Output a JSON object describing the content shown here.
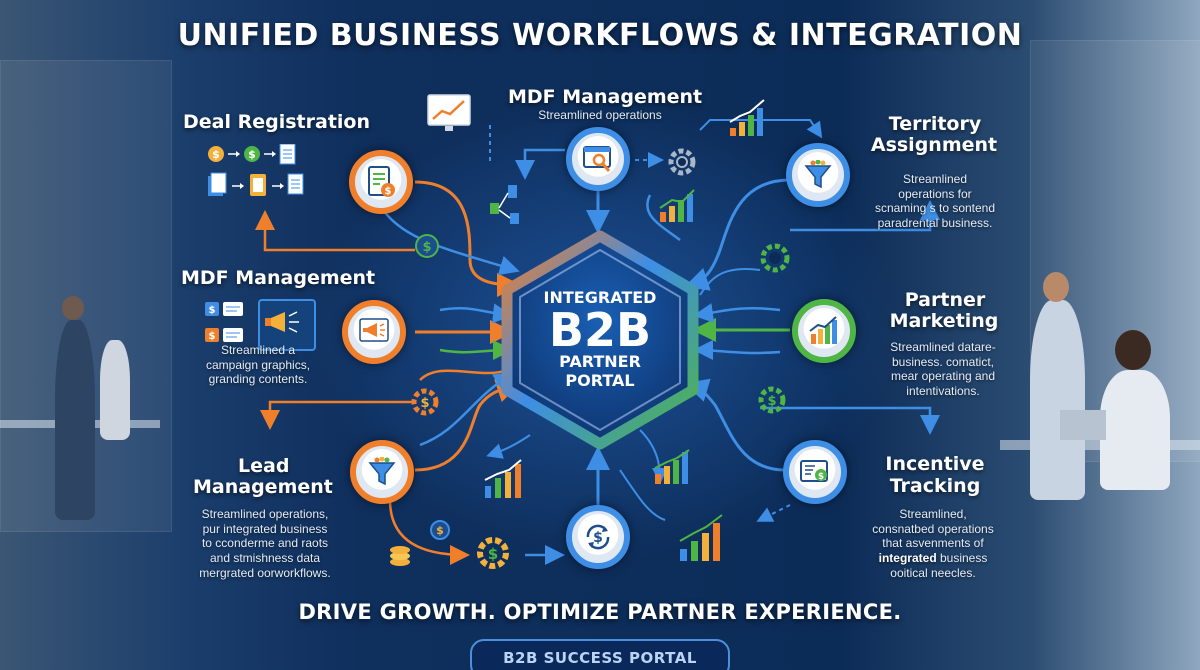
{
  "title": "UNIFIED BUSINESS WORKFLOWS & INTEGRATION",
  "hub": {
    "line1": "INTEGRATED",
    "line2": "B2B",
    "line3": "PARTNER",
    "line4": "PORTAL"
  },
  "nodes": {
    "deal_registration": {
      "label": "Deal Registration",
      "icon": "document-dollar-icon"
    },
    "mdf_top": {
      "label": "MDF Management",
      "desc": "Streamlined operations",
      "icon": "browser-search-icon"
    },
    "territory": {
      "label_line1": "Territory",
      "label_line2": "Assignment",
      "desc_line1": "Streamlined",
      "desc_line2": "operations for",
      "desc_line3": "scnaming s to sontend",
      "desc_line4": "paradrental business.",
      "icon": "funnel-icon"
    },
    "mdf_left": {
      "label": "MDF Management",
      "desc_line1": "Streamlined a",
      "desc_line2": "campaign graphics,",
      "desc_line3": "granding contents.",
      "icon": "megaphone-icon"
    },
    "partner_marketing": {
      "label_line1": "Partner",
      "label_line2": "Marketing",
      "desc_line1": "Streamlined datare-",
      "desc_line2": "business. comatict,",
      "desc_line3": "mear operating and",
      "desc_line4": "intentivations.",
      "icon": "bar-chart-up-icon"
    },
    "lead": {
      "label_line1": "Lead",
      "label_line2": "Management",
      "desc_line1": "Streamlined operations,",
      "desc_line2": "pur integrated business",
      "desc_line3": "to cconderme and raots",
      "desc_line4": "and stmishness data",
      "desc_line5": "mergrated oorworkflows.",
      "icon": "funnel-icon"
    },
    "bottom": {
      "icon": "dollar-refresh-icon"
    },
    "incentive": {
      "label_line1": "Incentive",
      "label_line2": "Tracking",
      "desc_line1": "Streamlined,",
      "desc_line2": "consnatbed operations",
      "desc_line3": "that asvenments of",
      "desc_line4_bold": "integrated",
      "desc_line4_rest": " business",
      "desc_line5": "ooitical neecles.",
      "icon": "certificate-dollar-icon"
    }
  },
  "tagline": "DRIVE GROWTH. OPTIMIZE PARTNER EXPERIENCE.",
  "footer": "B2B SUCCESS PORTAL",
  "colors": {
    "orange": "#f07f2c",
    "blue": "#3e8ee6",
    "green": "#4fb545",
    "navy": "#0d2a52"
  }
}
